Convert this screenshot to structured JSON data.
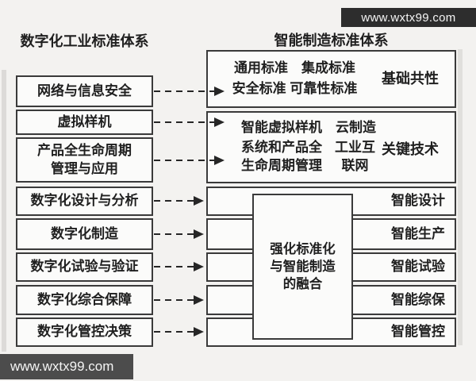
{
  "watermark_top": "www.wxtx99.com",
  "watermark_bottom": "www.wxtx99.com",
  "left_system": {
    "title": "数字化工业标准体系",
    "items": [
      "网络与信息安全",
      "虚拟样机",
      "产品全生命周期\n管理与应用",
      "数字化设计与分析",
      "数字化制造",
      "数字化试验与验证",
      "数字化综合保障",
      "数字化管控决策"
    ]
  },
  "right_system": {
    "title": "智能制造标准体系",
    "foundation": {
      "line1": "通用标准　集成标准",
      "line2": "安全标准 可靠性标准",
      "category": "基础共性"
    },
    "key_tech": {
      "line1": "智能虚拟样机　云制造",
      "col1": "系统和产品全\n生命周期管理",
      "col2": "工业互\n联网",
      "category": "关键技术"
    },
    "rows": [
      "智能设计",
      "智能生产",
      "智能试验",
      "智能综保",
      "智能管控"
    ],
    "fusion": "强化标准化\n与智能制造\n的融合"
  },
  "colors": {
    "ink": "#1f1f1f",
    "box_border": "#3a3a3a",
    "box_bg": "#fbfbfa",
    "page_bg": "#f3f2f0",
    "bar_top_bg": "#2d2d2d",
    "bar_bottom_bg": "#4c4c4c"
  }
}
